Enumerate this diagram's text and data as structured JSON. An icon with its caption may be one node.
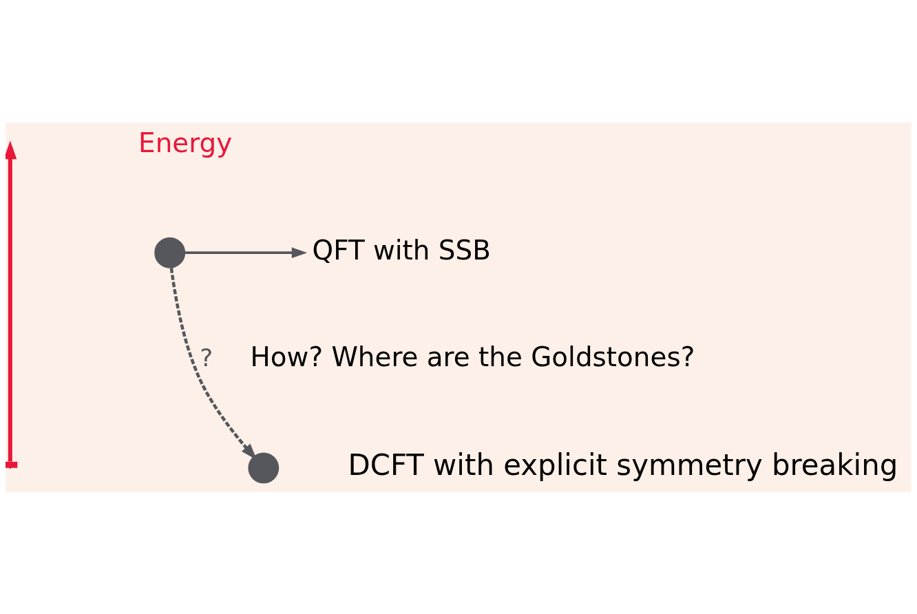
{
  "diagram": {
    "nodes": [
      {
        "text": [],
        "shape": "circle"
      },
      {
        "text": [
          "QFT with SSB"
        ]
      },
      {
        "text": [],
        "shape": "circle",
        "beside": [
          "DCFT with explicit symmetry breaking"
        ]
      }
    ],
    "edges": [
      {
        "from": 0,
        "to": 1,
        "arrow": "to"
      },
      {
        "from": 0,
        "to": 2,
        "arrow": "to",
        "style": "dashed",
        "label": "?"
      }
    ],
    "labels": [
      "Energy",
      "How? Where are the Goldstones?"
    ]
  }
}
